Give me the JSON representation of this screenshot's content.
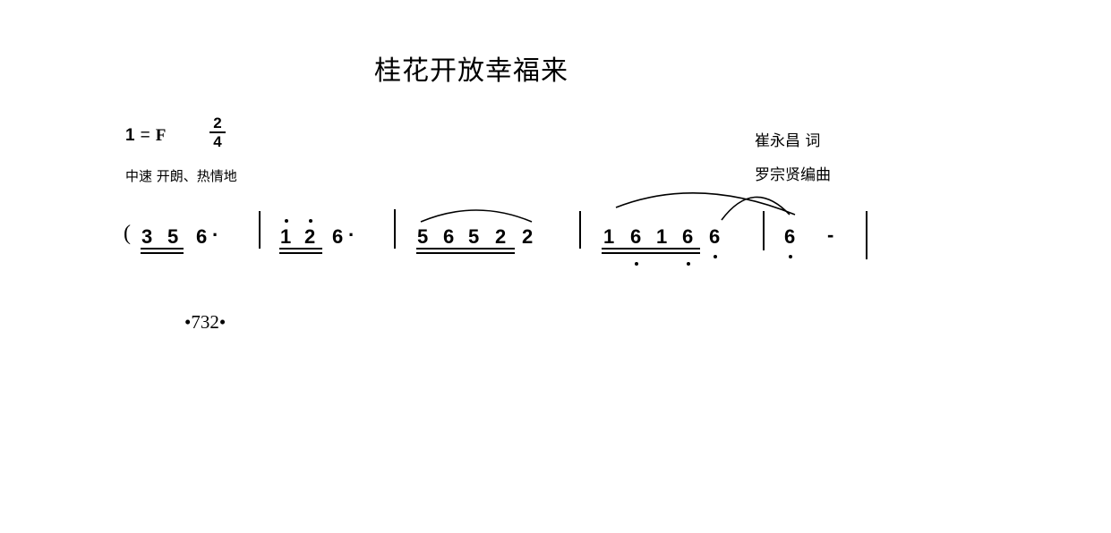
{
  "title": "桂花开放幸福来",
  "key": {
    "number": "1",
    "equals": "=",
    "letter": "F"
  },
  "time_signature": {
    "numerator": "2",
    "denominator": "4"
  },
  "tempo": "中速  开朗、热情地",
  "credits": {
    "lyricist": "崔永昌  词",
    "composer": "罗宗贤编曲"
  },
  "score": {
    "open_paren": "(",
    "notes": [
      "3",
      "5",
      "6",
      "·",
      "1",
      "2",
      "6",
      "·",
      "5",
      "6",
      "5",
      "2",
      "2",
      "1",
      "6",
      "1",
      "6",
      "6",
      "6",
      "-"
    ]
  },
  "page_number": "•732•"
}
